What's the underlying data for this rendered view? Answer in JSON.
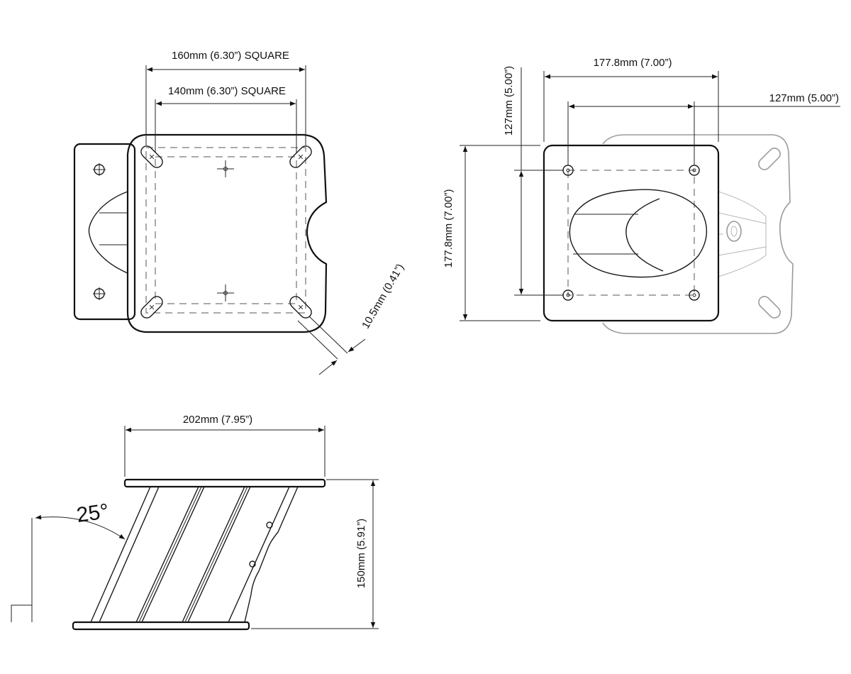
{
  "top_view": {
    "dim_outer_square": "160mm (6.30”) SQUARE",
    "dim_inner_square": "140mm (6.30”) SQUARE",
    "dim_slot_width": "10.5mm (0.41”)"
  },
  "bottom_view": {
    "dim_width": "177.8mm (7.00”)",
    "dim_hole_spacing_x": "127mm (5.00”)",
    "dim_hole_spacing_y": "127mm (5.00”)",
    "dim_height": "177.8mm (7.00”)"
  },
  "side_view": {
    "dim_top_plate": "202mm (7.95”)",
    "dim_height": "150mm (5.91”)",
    "angle": "25°"
  }
}
